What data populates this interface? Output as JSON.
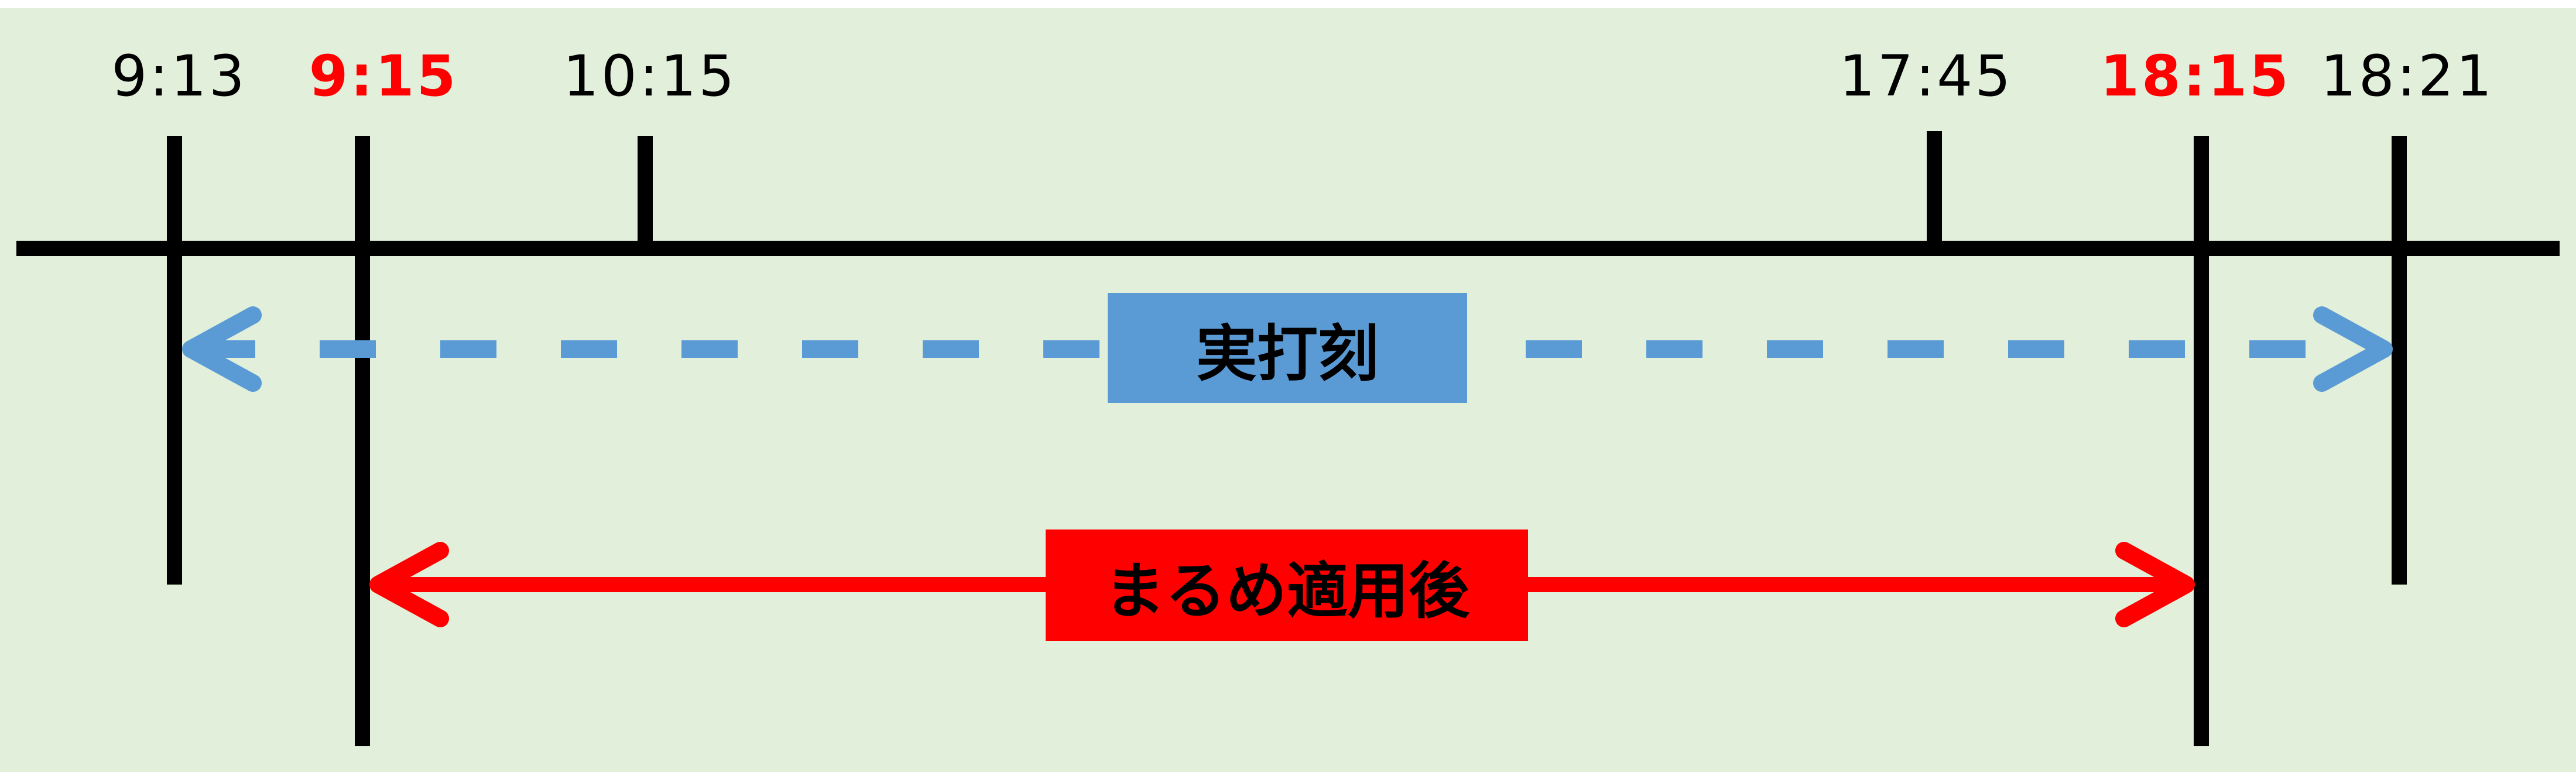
{
  "times": [
    {
      "label": "9:13",
      "style": "plain"
    },
    {
      "label": "9:15",
      "style": "rounded"
    },
    {
      "label": "10:15",
      "style": "plain"
    },
    {
      "label": "17:45",
      "style": "plain"
    },
    {
      "label": "18:15",
      "style": "rounded"
    },
    {
      "label": "18:21",
      "style": "plain"
    }
  ],
  "actual_punch": {
    "label": "実打刻",
    "from": "9:13",
    "to": "18:21",
    "line_style": "dashed",
    "color": "#5b9bd5"
  },
  "after_rounding": {
    "label": "まるめ適用後",
    "from": "9:15",
    "to": "18:15",
    "line_style": "solid",
    "color": "#ff0000"
  },
  "colors": {
    "background": "#e2efda",
    "axis": "#000000",
    "rounded_time": "#ff0000"
  }
}
